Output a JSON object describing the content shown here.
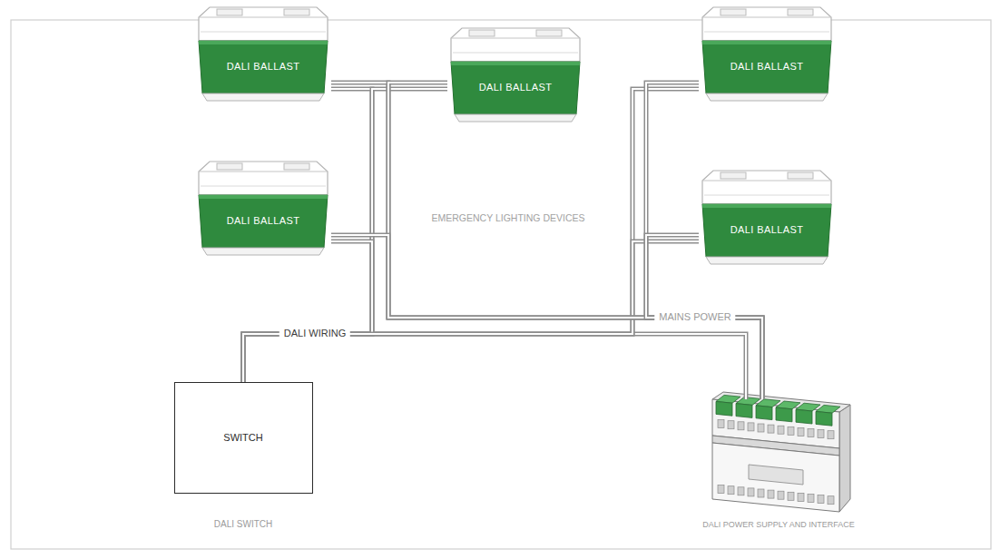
{
  "diagram": {
    "nodes": [
      {
        "text": [
          "DALI BALLAST"
        ]
      },
      {
        "text": [
          "DALI BALLAST"
        ]
      },
      {
        "text": [
          "DALI BALLAST"
        ]
      },
      {
        "text": [
          "DALI BALLAST"
        ]
      },
      {
        "text": [
          "DALI BALLAST"
        ]
      },
      {
        "text": [
          "SWITCH",
          "DALI SWITCH"
        ]
      },
      {
        "text": [
          "DALI POWER SUPPLY AND INTERFACE"
        ]
      }
    ],
    "edges": [
      {
        "from": 5,
        "to": 6,
        "arrow": "none",
        "label": "DALI WIRING"
      },
      {
        "from": 5,
        "to": 0,
        "arrow": "none"
      },
      {
        "from": 5,
        "to": 1,
        "arrow": "none"
      },
      {
        "from": 5,
        "to": 2,
        "arrow": "none"
      },
      {
        "from": 5,
        "to": 3,
        "arrow": "none"
      },
      {
        "from": 5,
        "to": 4,
        "arrow": "none"
      },
      {
        "from": 6,
        "to": 0,
        "arrow": "none",
        "label": "MAINS POWER"
      },
      {
        "from": 6,
        "to": 1,
        "arrow": "none"
      },
      {
        "from": 6,
        "to": 2,
        "arrow": "none"
      },
      {
        "from": 6,
        "to": 3,
        "arrow": "none"
      },
      {
        "from": 6,
        "to": 4,
        "arrow": "none"
      }
    ],
    "labels": [
      "EMERGENCY LIGHTING DEVICES"
    ]
  }
}
